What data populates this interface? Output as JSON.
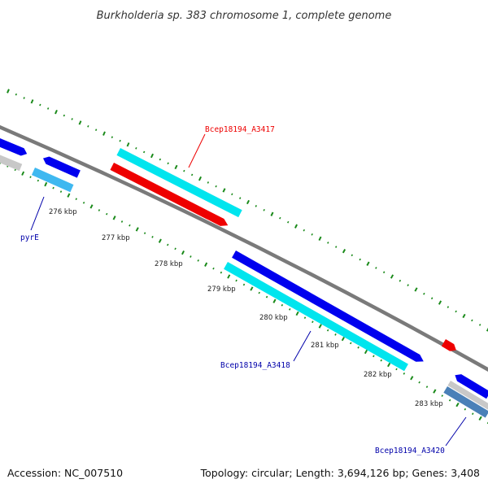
{
  "title": "Burkholderia sp. 383 chromosome 1, complete genome",
  "footer": {
    "accession": "Accession: NC_007510",
    "summary": "Topology: circular; Length: 3,694,126 bp; Genes: 3,408"
  },
  "colors": {
    "backbone": "#808080",
    "tick_minor": "#1a8a1a",
    "gene_blue": "#0000ee",
    "gene_cyan": "#00e5ee",
    "gene_red": "#ee0000",
    "gene_light_blue": "#3fb8f0",
    "gene_grey": "#c8c8c8",
    "gene_steel": "#4a80b8",
    "label_red": "#ee0000",
    "label_blue": "#0000aa"
  },
  "kbp_ticks": [
    "276 kbp",
    "277 kbp",
    "278 kbp",
    "279 kbp",
    "280 kbp",
    "281 kbp",
    "282 kbp",
    "283 kbp"
  ],
  "gene_labels": [
    {
      "id": "pyrE",
      "text": "pyrE",
      "color": "label_blue"
    },
    {
      "id": "a3417",
      "text": "Bcep18194_A3417",
      "color": "label_red"
    },
    {
      "id": "a3418",
      "text": "Bcep18194_A3418",
      "color": "label_blue"
    },
    {
      "id": "a3420",
      "text": "Bcep18194_A3420",
      "color": "label_blue"
    }
  ]
}
